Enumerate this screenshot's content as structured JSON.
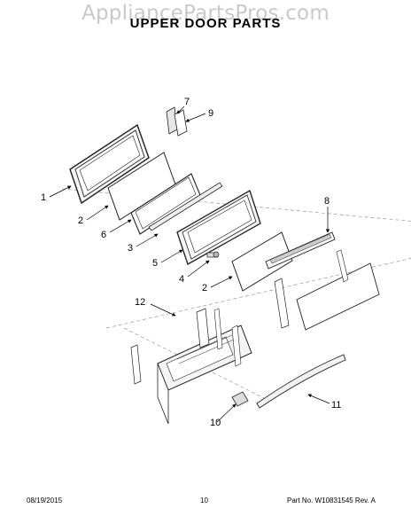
{
  "watermark": "AppliancePartsPros.com",
  "title": "UPPER DOOR PARTS",
  "callouts": {
    "c1": "1",
    "c2a": "2",
    "c2b": "2",
    "c3": "3",
    "c4": "4",
    "c5": "5",
    "c6": "6",
    "c7": "7",
    "c8": "8",
    "c9": "9",
    "c10": "10",
    "c11": "11",
    "c12": "12"
  },
  "footer": {
    "date": "08/19/2015",
    "page": "10",
    "part": "Part No. W10831545  Rev. A"
  }
}
